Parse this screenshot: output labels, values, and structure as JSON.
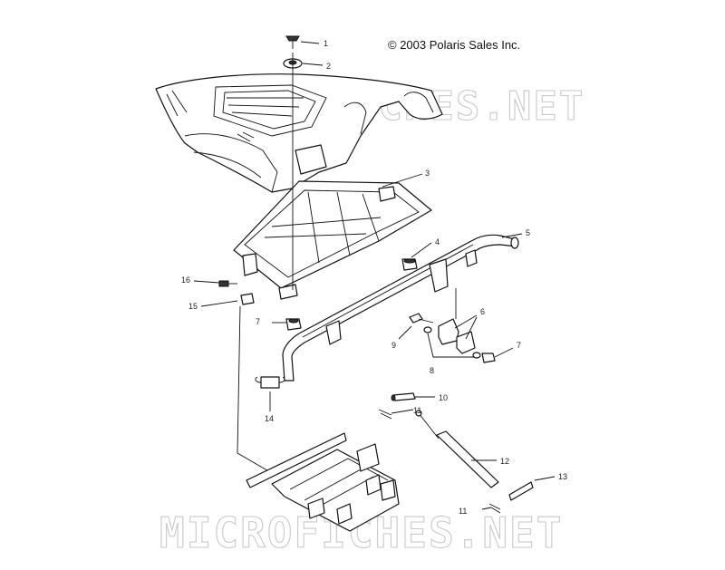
{
  "copyright": "© 2003 Polaris Sales Inc.",
  "watermark": {
    "top": "MICROFICHES.NET",
    "bottom": "MICROFICHES.NET"
  },
  "callouts": [
    {
      "id": "c1",
      "label": "1"
    },
    {
      "id": "c2",
      "label": "2"
    },
    {
      "id": "c3",
      "label": "3"
    },
    {
      "id": "c4",
      "label": "4"
    },
    {
      "id": "c5",
      "label": "5"
    },
    {
      "id": "c6",
      "label": "6"
    },
    {
      "id": "c7a",
      "label": "7"
    },
    {
      "id": "c7b",
      "label": "7"
    },
    {
      "id": "c8",
      "label": "8"
    },
    {
      "id": "c9",
      "label": "9"
    },
    {
      "id": "c10",
      "label": "10"
    },
    {
      "id": "c11a",
      "label": "11"
    },
    {
      "id": "c11b",
      "label": "11"
    },
    {
      "id": "c12",
      "label": "12"
    },
    {
      "id": "c13",
      "label": "13"
    },
    {
      "id": "c14",
      "label": "14"
    },
    {
      "id": "c15",
      "label": "15"
    },
    {
      "id": "c16",
      "label": "16"
    }
  ]
}
